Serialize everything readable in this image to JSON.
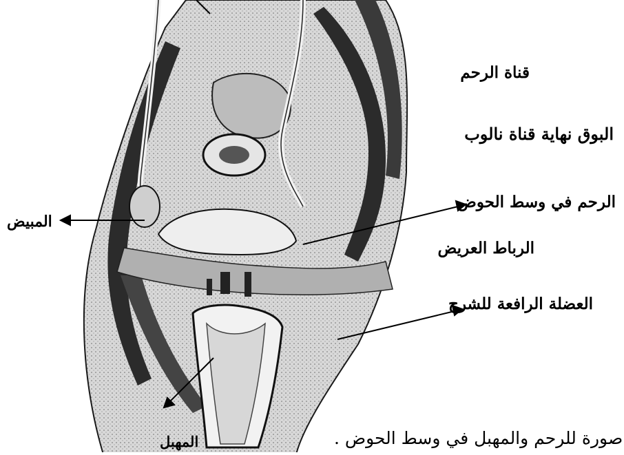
{
  "labels": {
    "fallopian_tube": "قناة الرحم",
    "fimbria": "البوق نهاية قناة نالوب",
    "uterus": "الرحم في وسط الحوض",
    "broad_ligament": "الرباط العريض",
    "levator_ani": "العضلة الرافعة للشرج",
    "ovary": "المبيض",
    "vagina": "المهبل"
  },
  "caption": "صورة للرحم والمهبل في وسط الحوض .",
  "colors": {
    "ink": "#000000",
    "background": "#ffffff",
    "tissue_light": "#e9e9e9",
    "tissue_mid": "#9a9a9a",
    "tissue_dark": "#2b2b2b"
  }
}
